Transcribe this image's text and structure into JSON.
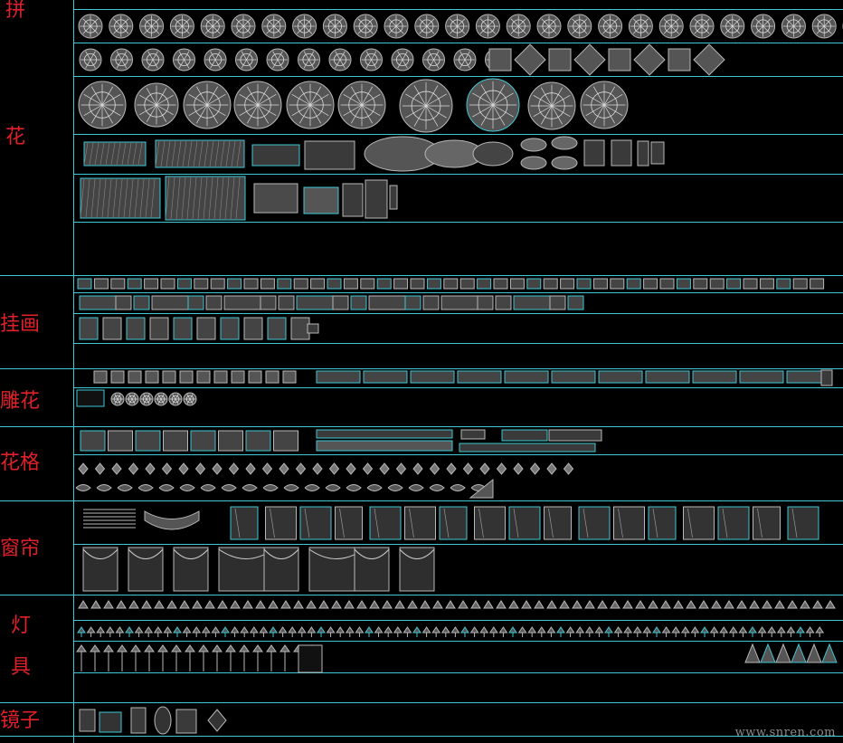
{
  "categories": {
    "pinhua": "拼",
    "pinhua2": "花",
    "guahua": "挂画",
    "diaohua": "雕花",
    "huage": "花格",
    "chuanglian": "窗帘",
    "dengju1": "灯",
    "dengju2": "具",
    "jingzi": "镜子"
  },
  "watermark": "www.snren.com",
  "colors": {
    "background": "#000000",
    "grid": "#3ec9d6",
    "label": "#e0202a",
    "symbol": "#b8b8b8"
  }
}
